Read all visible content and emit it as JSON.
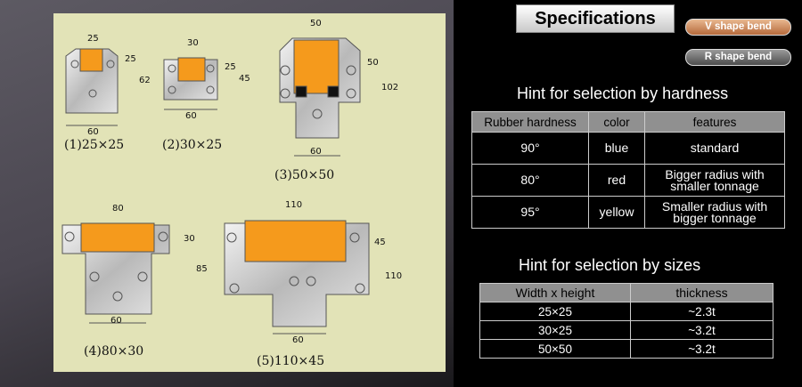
{
  "drawing": {
    "labels": [
      "(1)25×25",
      "(2)30×25",
      "(3)50×50",
      "(4)80×30",
      "(5)110×45"
    ],
    "dims": {
      "d1": [
        "25",
        "25",
        "62",
        "60"
      ],
      "d2": [
        "30",
        "25",
        "45",
        "60"
      ],
      "d3": [
        "50",
        "50",
        "102",
        "60"
      ],
      "d4": [
        "80",
        "30",
        "85",
        "60"
      ],
      "d5": [
        "110",
        "45",
        "110",
        "60"
      ]
    }
  },
  "header": {
    "title": "Specifications"
  },
  "buttons": {
    "v_shape": "V shape bend",
    "r_shape": "R shape bend"
  },
  "hardness": {
    "title": "Hint for selection by hardness",
    "headers": [
      "Rubber hardness",
      "color",
      "features"
    ],
    "rows": [
      [
        "90°",
        "blue",
        "standard"
      ],
      [
        "80°",
        "red",
        "Bigger radius with smaller tonnage"
      ],
      [
        "95°",
        "yellow",
        "Smaller radius with bigger tonnage"
      ]
    ]
  },
  "sizes": {
    "title": "Hint for selection by sizes",
    "headers": [
      "Width x height",
      "thickness"
    ],
    "rows": [
      [
        "25×25",
        "~2.3t"
      ],
      [
        "30×25",
        "~3.2t"
      ],
      [
        "50×50",
        "~3.2t"
      ]
    ]
  },
  "colors": {
    "rubber": "#f59a1c",
    "panel": "#e2e3b7",
    "header_cell": "#909090"
  }
}
